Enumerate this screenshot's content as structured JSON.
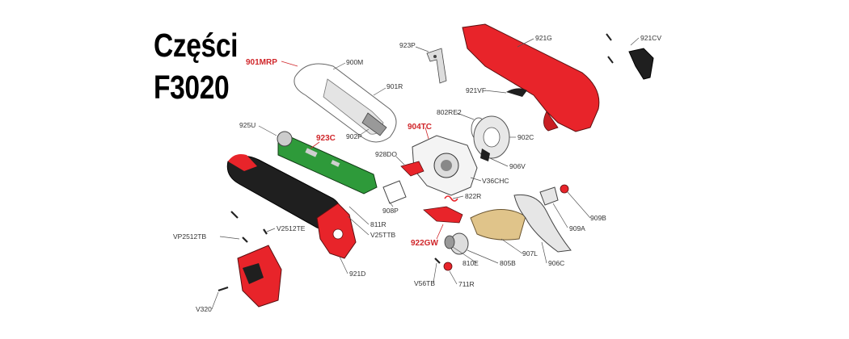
{
  "heading": {
    "line1": "Części",
    "line2": "F3020"
  },
  "part_labels": {
    "p901MRP": "901MRP",
    "p900M": "900M",
    "p901R": "901R",
    "p902P": "902P",
    "p923P": "923P",
    "p921G": "921G",
    "p921CV": "921CV",
    "p921VF": "921VF",
    "p802RE2": "802RE2",
    "p902C": "902C",
    "p904TC": "904TC",
    "p906V": "906V",
    "pV36CHC": "V36CHC",
    "p925U": "925U",
    "p923C": "923C",
    "p928DO": "928DO",
    "p908P": "908P",
    "p811R": "811R",
    "pV25TTB": "V25TTB",
    "p822R": "822R",
    "p922GW": "922GW",
    "p909B": "909B",
    "p909A": "909A",
    "p907L": "907L",
    "p810E": "810E",
    "p805B": "805B",
    "p906C": "906C",
    "pVP2512TB": "VP2512TB",
    "pV2512TE": "V2512TE",
    "p921D": "921D",
    "pV56TB": "V56TB",
    "p711R": "711R",
    "pV320": "V320"
  },
  "colors": {
    "accent_red": "#d0262a",
    "part_red": "#e8242a",
    "board_green": "#2e9a3a",
    "handle_black": "#1f1f1f",
    "gold": "#e0c48a"
  }
}
